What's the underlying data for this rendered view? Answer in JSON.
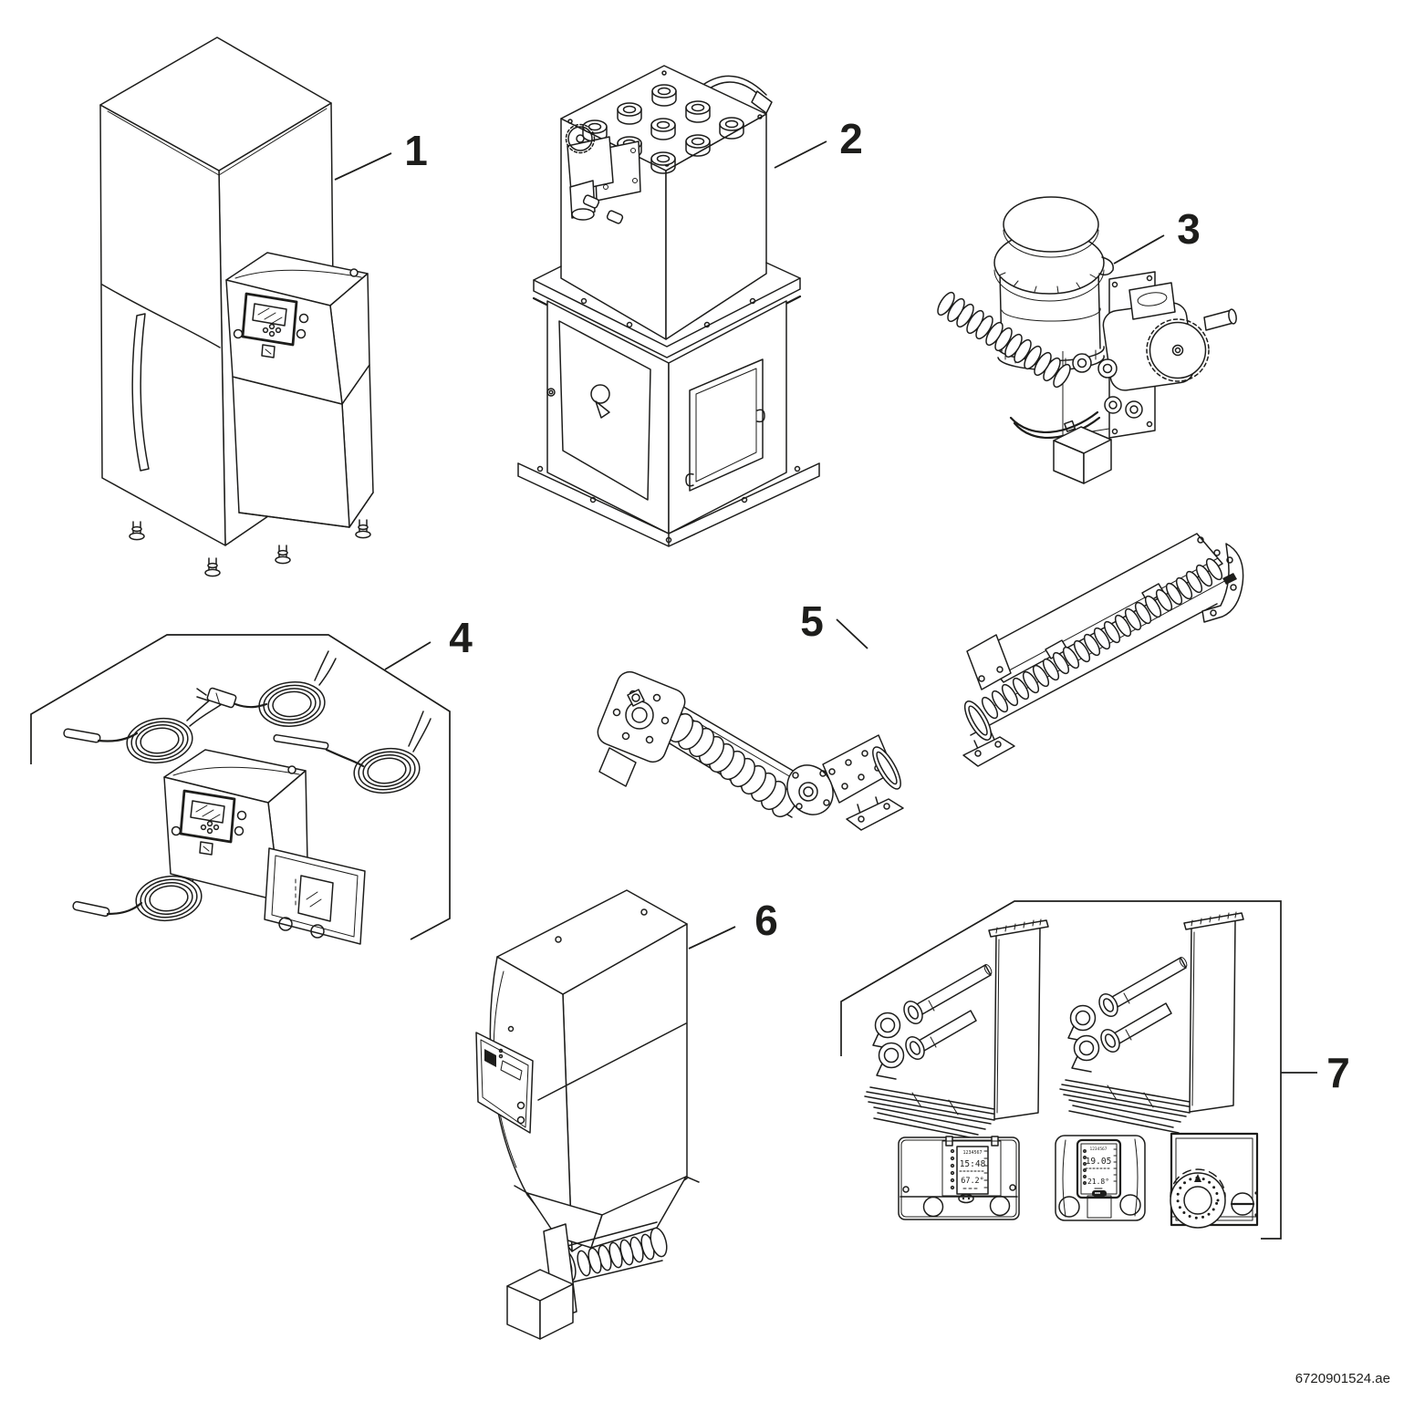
{
  "figure": {
    "diagram_code": "6720901524.ae",
    "ink_color": "#1d1d1b",
    "background_color": "#ffffff",
    "callouts": [
      {
        "label": "1"
      },
      {
        "label": "2"
      },
      {
        "label": "3"
      },
      {
        "label": "4"
      },
      {
        "label": "5"
      },
      {
        "label": "6"
      },
      {
        "label": "7"
      }
    ],
    "displays": {
      "programmer": {
        "days": "1234567",
        "time": "15:48",
        "temp": "67.2°"
      },
      "room_controller": {
        "days": "1234567",
        "date": "19.05",
        "temp": "21.8°"
      }
    }
  }
}
